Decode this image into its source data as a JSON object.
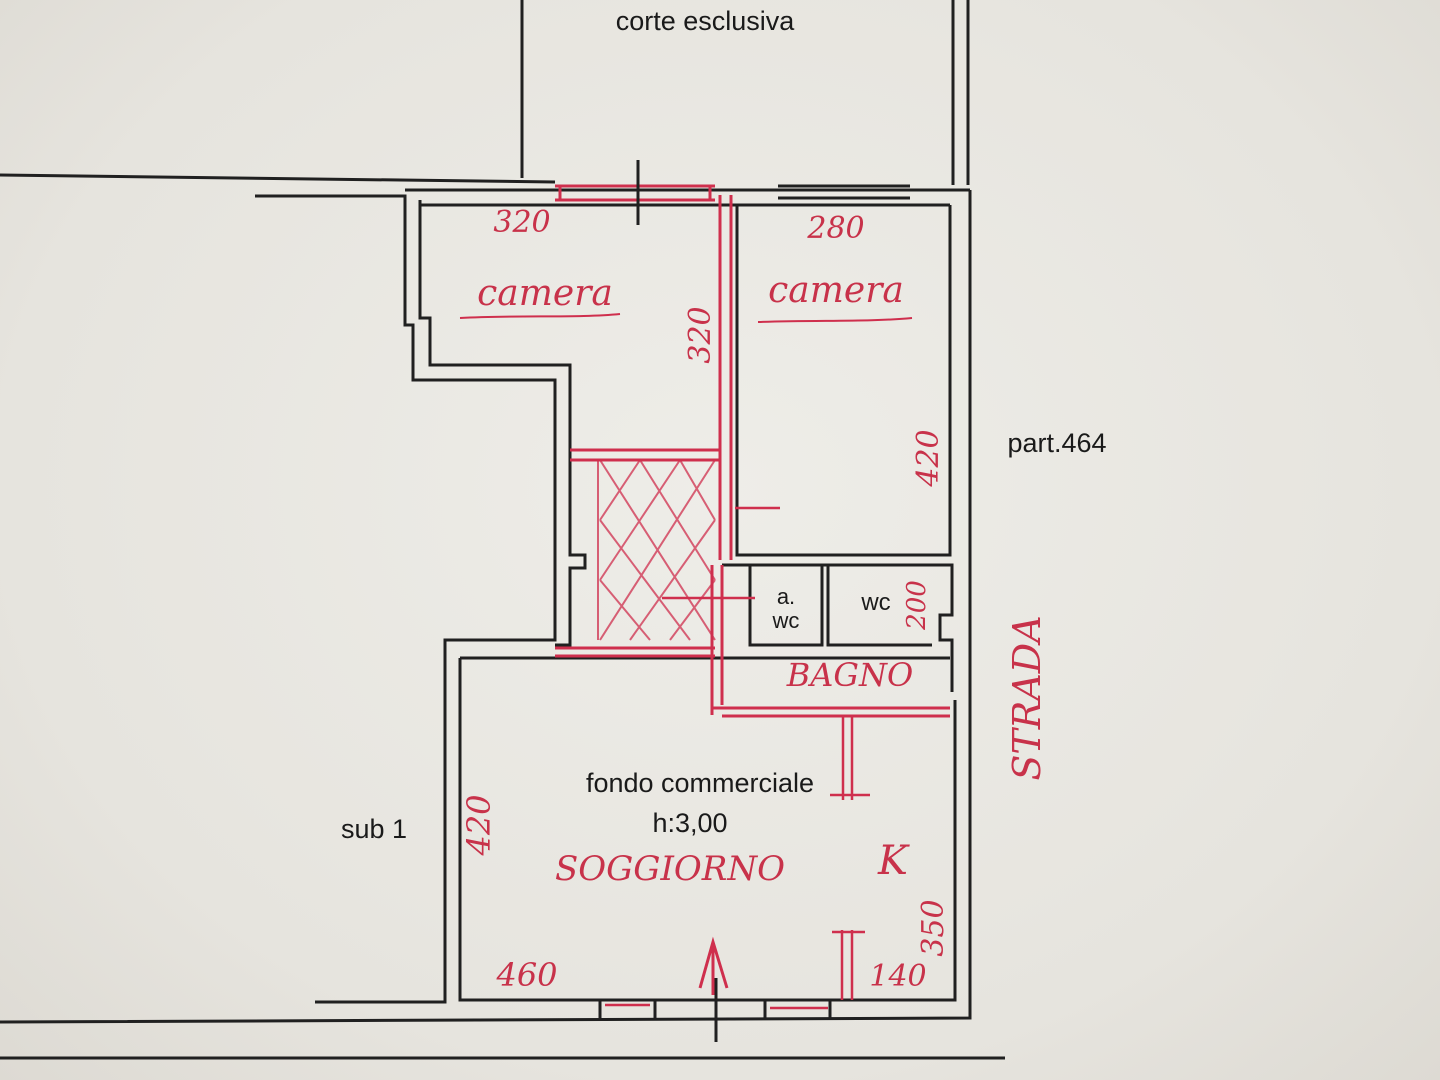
{
  "labels": {
    "courtyard": "corte esclusiva",
    "parcel": "part.464",
    "sub": "sub 1",
    "room_type": "fondo commerciale",
    "height": "h:3,00",
    "antiwc_a": "a.",
    "antiwc_wc": "wc",
    "wc": "wc"
  },
  "handwritten": {
    "dim_left_top": "320",
    "dim_right_top": "280",
    "room_left": "camera",
    "room_right": "camera",
    "dim_left_side": "320",
    "dim_right_side": "420",
    "dim_wc": "200",
    "bath": "BAGNO",
    "dim_living_side": "420",
    "living": "SOGGIORNO",
    "kitchen": "K",
    "dim_living_bottom": "460",
    "dim_kitchen_bottom": "140",
    "dim_kitchen_side": "350",
    "street": "STRADA"
  },
  "colors": {
    "paper": "#e9e7e1",
    "ink": "#202020",
    "annotation": "#cf2f4d"
  }
}
